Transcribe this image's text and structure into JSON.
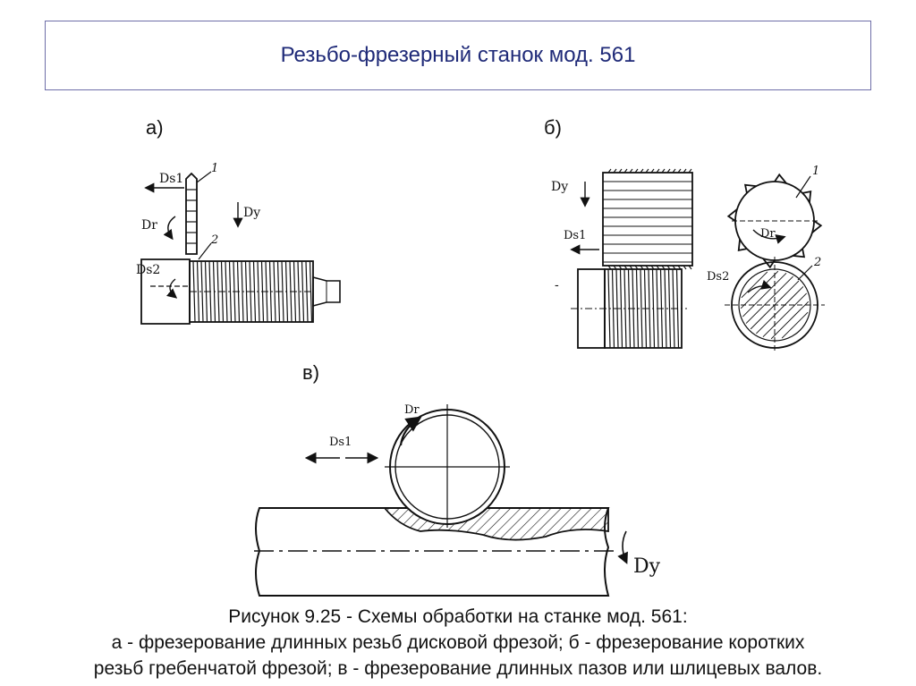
{
  "title": "Резьбо-фрезерный станок мод. 561",
  "panel_labels": {
    "a": "а)",
    "b": "б)",
    "c": "в)"
  },
  "fig_a": {
    "ds1": "Ds1",
    "dr": "Dr",
    "dy": "Dy",
    "ds2": "Ds2",
    "n1": "1",
    "n2": "2"
  },
  "fig_b": {
    "dy": "Dy",
    "ds1": "Ds1",
    "dr": "Dr",
    "ds2": "Ds2",
    "n1": "1",
    "n2": "2"
  },
  "fig_c": {
    "dr": "Dr",
    "ds1": "Ds1",
    "dy": "Dy"
  },
  "caption": {
    "line1": "Рисунок 9.25 - Схемы обработки на станке мод. 561:",
    "line2": "а - фрезерование длинных резьб дисковой фрезой; б - фрезерование коротких",
    "line3": "резьб гребенчатой фрезой; в - фрезерование длинных пазов или шлицевых валов."
  }
}
